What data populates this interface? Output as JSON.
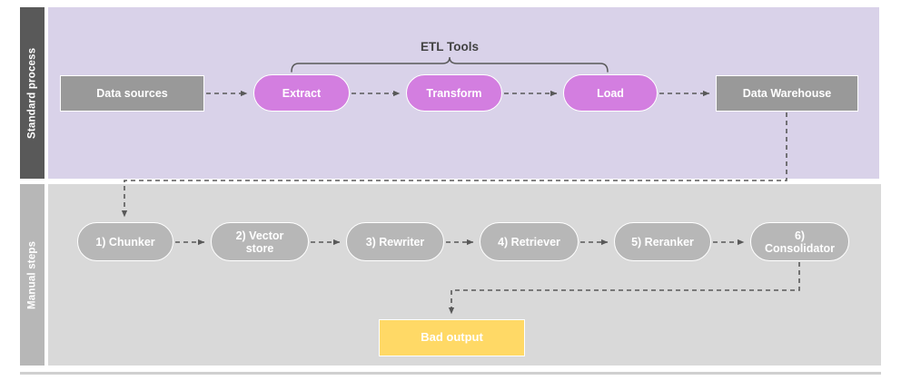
{
  "diagram": {
    "title": "ETL and manual RAG steps swimlane diagram",
    "colors": {
      "lane_top_header": "#595959",
      "lane_top_body": "#d9d2e9",
      "lane_bottom_header": "#b7b7b7",
      "lane_bottom_body": "#d9d9d9",
      "node_grey": "#999999",
      "node_purple": "#d37ee0",
      "node_manual_grey": "#b7b7b7",
      "node_warning_yellow": "#ffd966",
      "connector": "#595959",
      "text_dark": "#434343",
      "text_light": "#ffffff"
    }
  },
  "lanes": {
    "top": {
      "header_label": "Standard process",
      "nodes": [
        {
          "id": "data-sources",
          "label": "Data sources",
          "shape": "rect",
          "color": "grey"
        },
        {
          "id": "extract",
          "label": "Extract",
          "shape": "pill",
          "color": "purple"
        },
        {
          "id": "transform",
          "label": "Transform",
          "shape": "pill",
          "color": "purple"
        },
        {
          "id": "load",
          "label": "Load",
          "shape": "pill",
          "color": "purple"
        },
        {
          "id": "data-warehouse",
          "label": "Data Warehouse",
          "shape": "rect",
          "color": "grey"
        }
      ],
      "bracket": {
        "label": "ETL Tools",
        "covers": [
          "Extract",
          "Transform",
          "Load"
        ]
      }
    },
    "bottom": {
      "header_label": "Manual steps",
      "nodes": [
        {
          "id": "chunker",
          "label": "1) Chunker",
          "shape": "pill",
          "color": "mgrey"
        },
        {
          "id": "vector-store",
          "label": "2) Vector store",
          "shape": "pill",
          "color": "mgrey"
        },
        {
          "id": "rewriter",
          "label": "3) Rewriter",
          "shape": "pill",
          "color": "mgrey"
        },
        {
          "id": "retriever",
          "label": "4) Retriever",
          "shape": "pill",
          "color": "mgrey"
        },
        {
          "id": "reranker",
          "label": "5) Reranker",
          "shape": "pill",
          "color": "mgrey"
        },
        {
          "id": "consolidator",
          "label": "6) Consolidator",
          "shape": "pill",
          "color": "mgrey"
        }
      ],
      "output": {
        "id": "bad-output",
        "label": "Bad output",
        "shape": "rect",
        "color": "yellow"
      }
    }
  },
  "labels": {
    "lane_top_header": "Standard process",
    "lane_bottom_header": "Manual steps",
    "etl_tools": "ETL Tools",
    "data_sources": "Data sources",
    "extract": "Extract",
    "transform": "Transform",
    "load": "Load",
    "data_warehouse": "Data Warehouse",
    "chunker": "1) Chunker",
    "vector_store_line1": "2) Vector",
    "vector_store_line2": "store",
    "rewriter": "3) Rewriter",
    "retriever": "4) Retriever",
    "reranker": "5) Reranker",
    "consolidator_line1": "6)",
    "consolidator_line2": "Consolidator",
    "bad_output": "Bad output"
  },
  "edges": [
    {
      "from": "data-sources",
      "to": "extract",
      "style": "dashed-arrow"
    },
    {
      "from": "extract",
      "to": "transform",
      "style": "dashed-arrow"
    },
    {
      "from": "transform",
      "to": "load",
      "style": "dashed-arrow"
    },
    {
      "from": "load",
      "to": "data-warehouse",
      "style": "dashed-arrow"
    },
    {
      "from": "data-warehouse",
      "to": "chunker",
      "style": "dashed-arrow-elbow"
    },
    {
      "from": "chunker",
      "to": "vector-store",
      "style": "dashed-arrow"
    },
    {
      "from": "vector-store",
      "to": "rewriter",
      "style": "dashed-arrow"
    },
    {
      "from": "rewriter",
      "to": "retriever",
      "style": "dashed-arrow"
    },
    {
      "from": "retriever",
      "to": "reranker",
      "style": "dashed-arrow"
    },
    {
      "from": "reranker",
      "to": "consolidator",
      "style": "dashed-arrow"
    },
    {
      "from": "consolidator",
      "to": "bad-output",
      "style": "dashed-arrow-elbow"
    }
  ]
}
